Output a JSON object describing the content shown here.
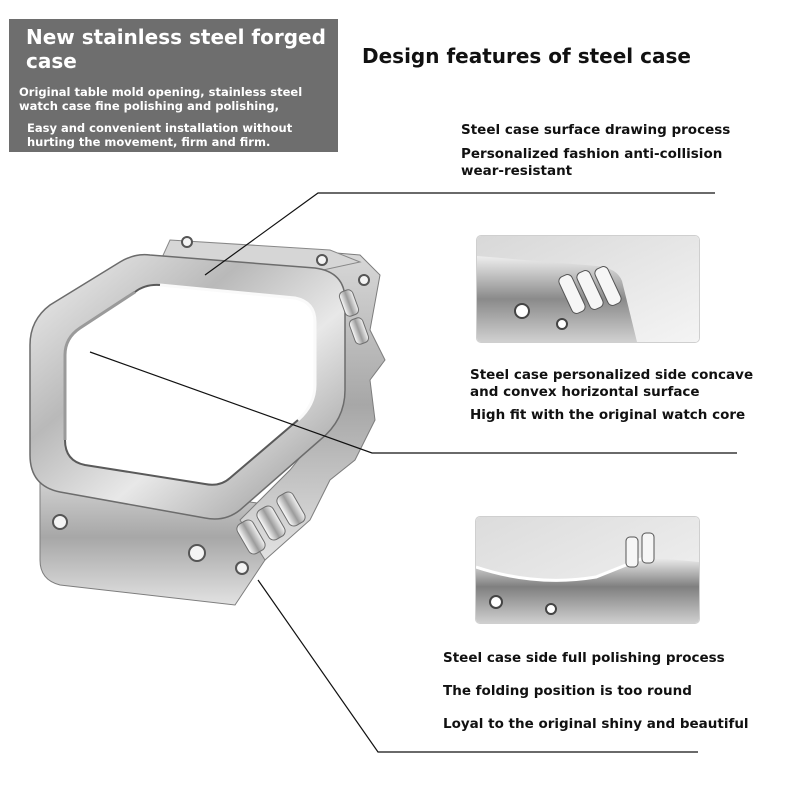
{
  "banner": {
    "title": "New stainless steel forged case",
    "line1": "Original table mold opening, stainless steel watch case fine polishing and polishing,",
    "line2": "Easy and convenient installation without hurting the movement, firm and firm."
  },
  "heading": "Design features of steel case",
  "features": {
    "top": [
      "Steel case surface drawing process",
      "Personalized fashion anti-collision wear-resistant"
    ],
    "middle": [
      "Steel case personalized side concave and convex horizontal surface",
      "High fit with the original watch core"
    ],
    "bottom": [
      "Steel case side full polishing process",
      "The folding position is too round",
      "Loyal to the original shiny and beautiful"
    ]
  }
}
